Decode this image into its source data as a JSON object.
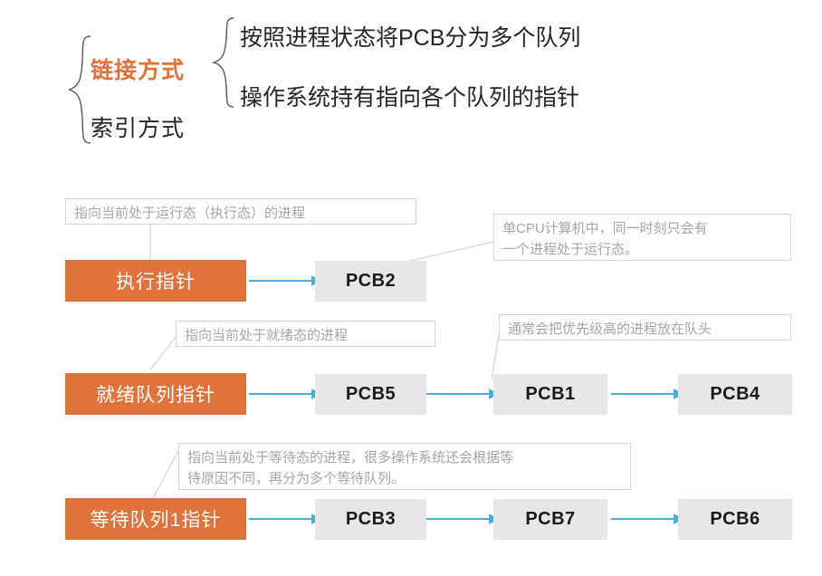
{
  "colors": {
    "orange": "#E2723B",
    "gray_box": "#E7E7E7",
    "arrow_blue": "#4CACD8",
    "note_text": "#A6A6A6",
    "note_border": "#D5D5D5",
    "body_text": "#262626"
  },
  "header": {
    "brace_items": [
      {
        "label": "链接方式",
        "highlight": true
      },
      {
        "label": "索引方式",
        "highlight": false
      }
    ],
    "detail_lines": [
      "按照进程状态将PCB分为多个队列",
      "操作系统持有指向各个队列的指针"
    ]
  },
  "diagram": {
    "rows": [
      {
        "id": "running",
        "pointer_label": "执行指针",
        "pcbs": [
          "PCB2"
        ],
        "notes": [
          {
            "id": "note-running-left",
            "text": "指向当前处于运行态（执行态）的进程"
          },
          {
            "id": "note-running-right",
            "text": "单CPU计算机中，同一时刻只会有\n一个进程处于运行态。"
          }
        ]
      },
      {
        "id": "ready",
        "pointer_label": "就绪队列指针",
        "pcbs": [
          "PCB5",
          "PCB1",
          "PCB4"
        ],
        "notes": [
          {
            "id": "note-ready-left",
            "text": "指向当前处于就绪态的进程"
          },
          {
            "id": "note-ready-right",
            "text": "通常会把优先级高的进程放在队头"
          }
        ]
      },
      {
        "id": "waiting",
        "pointer_label": "等待队列1指针",
        "pcbs": [
          "PCB3",
          "PCB7",
          "PCB6"
        ],
        "notes": [
          {
            "id": "note-waiting",
            "text": "指向当前处于等待态的进程，很多操作系统还会根据等\n待原因不同，再分为多个等待队列。"
          }
        ]
      }
    ]
  }
}
